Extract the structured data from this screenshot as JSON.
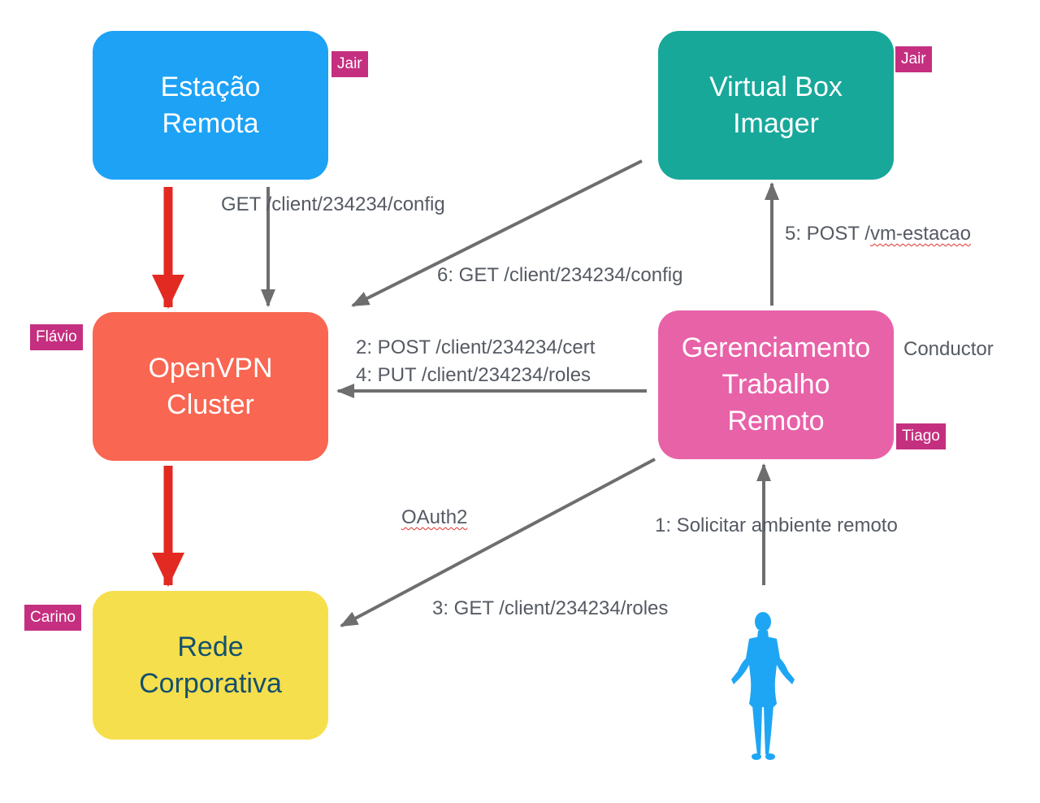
{
  "nodes": {
    "estacao": {
      "line1": "Estação",
      "line2": "Remota",
      "owner": "Jair"
    },
    "vbox": {
      "line1": "Virtual Box",
      "line2": "Imager",
      "owner": "Jair"
    },
    "openvpn": {
      "line1": "OpenVPN",
      "line2": "Cluster",
      "owner": "Flávio"
    },
    "gerenciamento": {
      "line1": "Gerenciamento",
      "line2": "Trabalho",
      "line3": "Remoto",
      "owner": "Tiago",
      "side_label": "Conductor"
    },
    "rede": {
      "line1": "Rede",
      "line2": "Corporativa",
      "owner": "Carino"
    }
  },
  "edges": {
    "get_config": "GET /client/234234/config",
    "post_vm_prefix": "5: POST /",
    "post_vm_path": "vm-estacao",
    "get_config_6": "6: GET /client/234234/config",
    "post_cert": "2: POST /client/234234/cert",
    "put_roles": "4: PUT /client/234234/roles",
    "oauth": "OAuth2",
    "solicitar": "1: Solicitar ambiente remoto",
    "get_roles": "3: GET /client/234234/roles"
  },
  "colors": {
    "estacao": "#1da2f6",
    "vbox": "#17a89a",
    "openvpn": "#f96651",
    "gerenciamento": "#e862a8",
    "rede": "#f6df4c",
    "owner_tag": "#c52f7f",
    "arrow_gray": "#6e6e6e",
    "arrow_red": "#e22a22",
    "user_figure": "#1ea6f4"
  },
  "icons": {
    "user": "person-silhouette-icon"
  }
}
